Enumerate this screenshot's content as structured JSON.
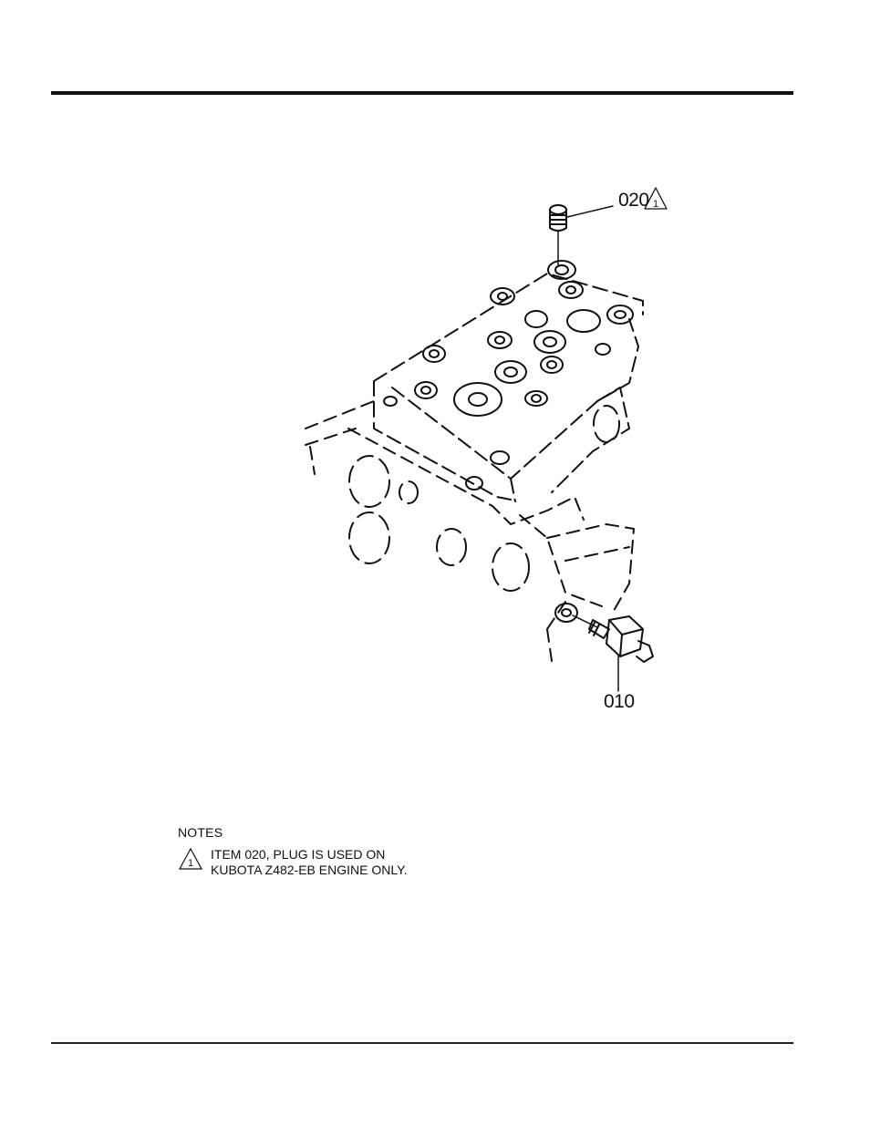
{
  "callouts": {
    "item_020": "020",
    "item_010": "010",
    "note_ref": "1"
  },
  "notes": {
    "heading": "NOTES",
    "items": [
      {
        "ref": "1",
        "lines": [
          "ITEM 020, PLUG IS USED ON",
          "KUBOTA Z482-EB ENGINE ONLY."
        ]
      }
    ]
  }
}
